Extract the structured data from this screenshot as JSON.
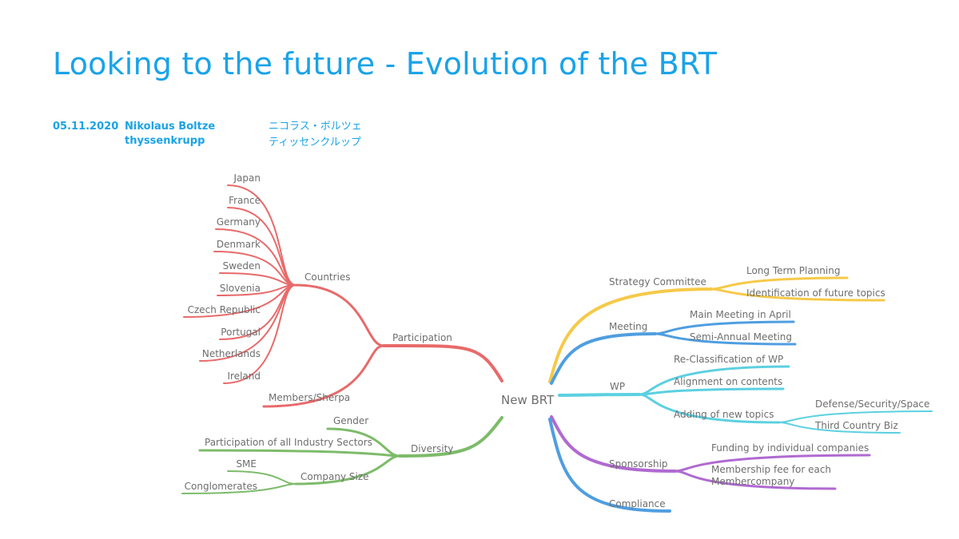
{
  "title": "Looking to the future - Evolution of the BRT",
  "meta": {
    "date": "05.11.2020",
    "name": "Nikolaus Boltze",
    "company": "thyssenkrupp",
    "name_jp": "ニコラス・ボルツェ",
    "company_jp": "ティッセンクルップ"
  },
  "colors": {
    "participation": "#e86a6a",
    "diversity": "#7dbb6a",
    "strategy": "#f6c949",
    "meeting": "#4f9ee0",
    "wp": "#5cd0e0",
    "sponsorship": "#b06ad0",
    "compliance": "#4f9ee0"
  },
  "mindmap": {
    "center": "New BRT",
    "participation": {
      "label": "Participation",
      "countries": {
        "label": "Countries",
        "items": [
          "Japan",
          "France",
          "Germany",
          "Denmark",
          "Sweden",
          "Slovenia",
          "Czech Republic",
          "Portugal",
          "Netherlands",
          "Ireland"
        ]
      },
      "members": "Members/Sherpa"
    },
    "diversity": {
      "label": "Diversity",
      "gender": "Gender",
      "sectors": "Participation of all Industry Sectors",
      "company_size": {
        "label": "Company Size",
        "items": [
          "SME",
          "Conglomerates"
        ]
      }
    },
    "strategy": {
      "label": "Strategy Committee",
      "items": [
        "Long Term Planning",
        "Identification of future topics"
      ]
    },
    "meeting": {
      "label": "Meeting",
      "items": [
        "Main Meeting in April",
        "Semi-Annual Meeting"
      ]
    },
    "wp": {
      "label": "WP",
      "reclass": "Re-Classification of WP",
      "alignment": "Alignment on contents",
      "new_topics": {
        "label": "Adding of new topics",
        "items": [
          "Defense/Security/Space",
          "Third Country Biz"
        ]
      }
    },
    "sponsorship": {
      "label": "Sponsorship",
      "funding": "Funding by individual companies",
      "fee_line1": "Membership fee for each",
      "fee_line2": "Membercompany"
    },
    "compliance": "Compliance"
  }
}
